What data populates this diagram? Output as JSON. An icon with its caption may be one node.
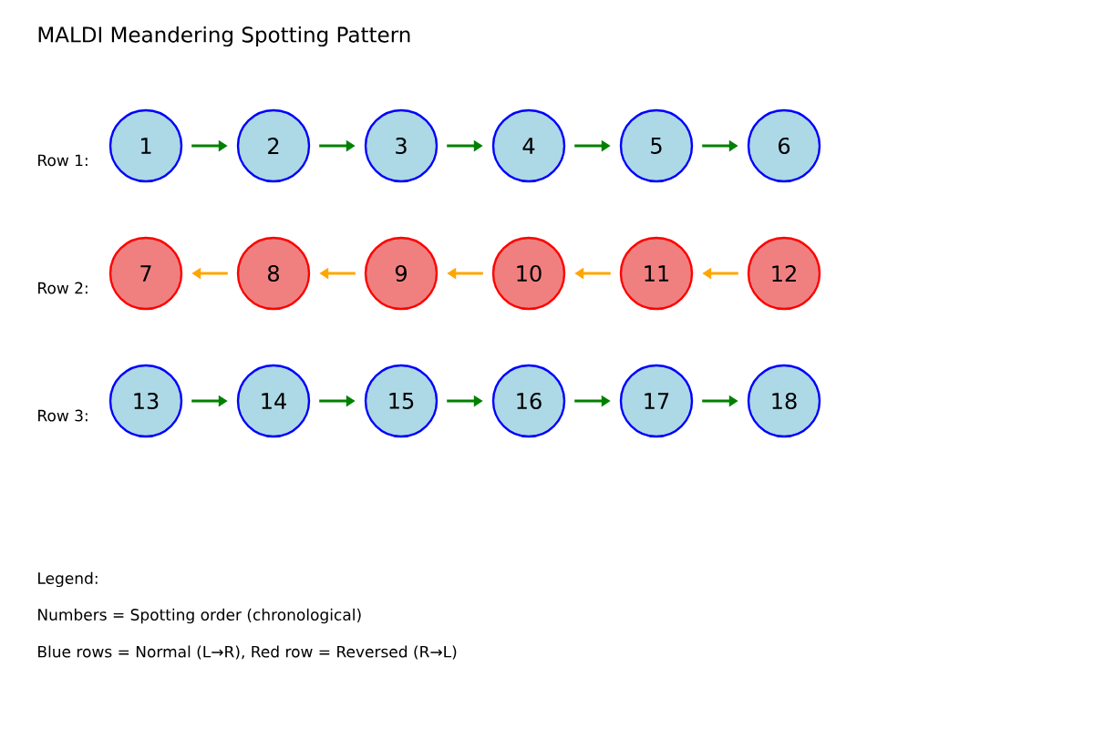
{
  "diagram": {
    "title": "MALDI Meandering Spotting Pattern",
    "nodes": [
      {
        "text": [
          "1"
        ]
      },
      {
        "text": [
          "2"
        ]
      },
      {
        "text": [
          "3"
        ]
      },
      {
        "text": [
          "4"
        ]
      },
      {
        "text": [
          "5"
        ]
      },
      {
        "text": [
          "6"
        ]
      },
      {
        "text": [
          "7"
        ]
      },
      {
        "text": [
          "8"
        ]
      },
      {
        "text": [
          "9"
        ]
      },
      {
        "text": [
          "10"
        ]
      },
      {
        "text": [
          "11"
        ]
      },
      {
        "text": [
          "12"
        ]
      },
      {
        "text": [
          "13"
        ]
      },
      {
        "text": [
          "14"
        ]
      },
      {
        "text": [
          "15"
        ]
      },
      {
        "text": [
          "16"
        ]
      },
      {
        "text": [
          "17"
        ]
      },
      {
        "text": [
          "18"
        ]
      }
    ],
    "edges": [
      {
        "from": 0,
        "to": 1,
        "arrow": "to"
      },
      {
        "from": 1,
        "to": 2,
        "arrow": "to"
      },
      {
        "from": 2,
        "to": 3,
        "arrow": "to"
      },
      {
        "from": 3,
        "to": 4,
        "arrow": "to"
      },
      {
        "from": 4,
        "to": 5,
        "arrow": "to"
      },
      {
        "from": 11,
        "to": 10,
        "arrow": "to",
        "color": "#ffa500"
      },
      {
        "from": 10,
        "to": 9,
        "arrow": "to",
        "color": "#ffa500"
      },
      {
        "from": 9,
        "to": 8,
        "arrow": "to",
        "color": "#ffa500"
      },
      {
        "from": 8,
        "to": 7,
        "arrow": "to",
        "color": "#ffa500"
      },
      {
        "from": 7,
        "to": 6,
        "arrow": "to",
        "color": "#ffa500"
      },
      {
        "from": 12,
        "to": 13,
        "arrow": "to"
      },
      {
        "from": 13,
        "to": 14,
        "arrow": "to"
      },
      {
        "from": 14,
        "to": 15,
        "arrow": "to"
      },
      {
        "from": 15,
        "to": 16,
        "arrow": "to"
      },
      {
        "from": 16,
        "to": 17,
        "arrow": "to"
      }
    ],
    "labels": [
      "Row 1:",
      "Row 2:",
      "Row 3:",
      "Legend:",
      "Numbers = Spotting order (chronological)",
      "Blue rows = Normal (L→R), Red row = Reversed (R→L)"
    ]
  }
}
